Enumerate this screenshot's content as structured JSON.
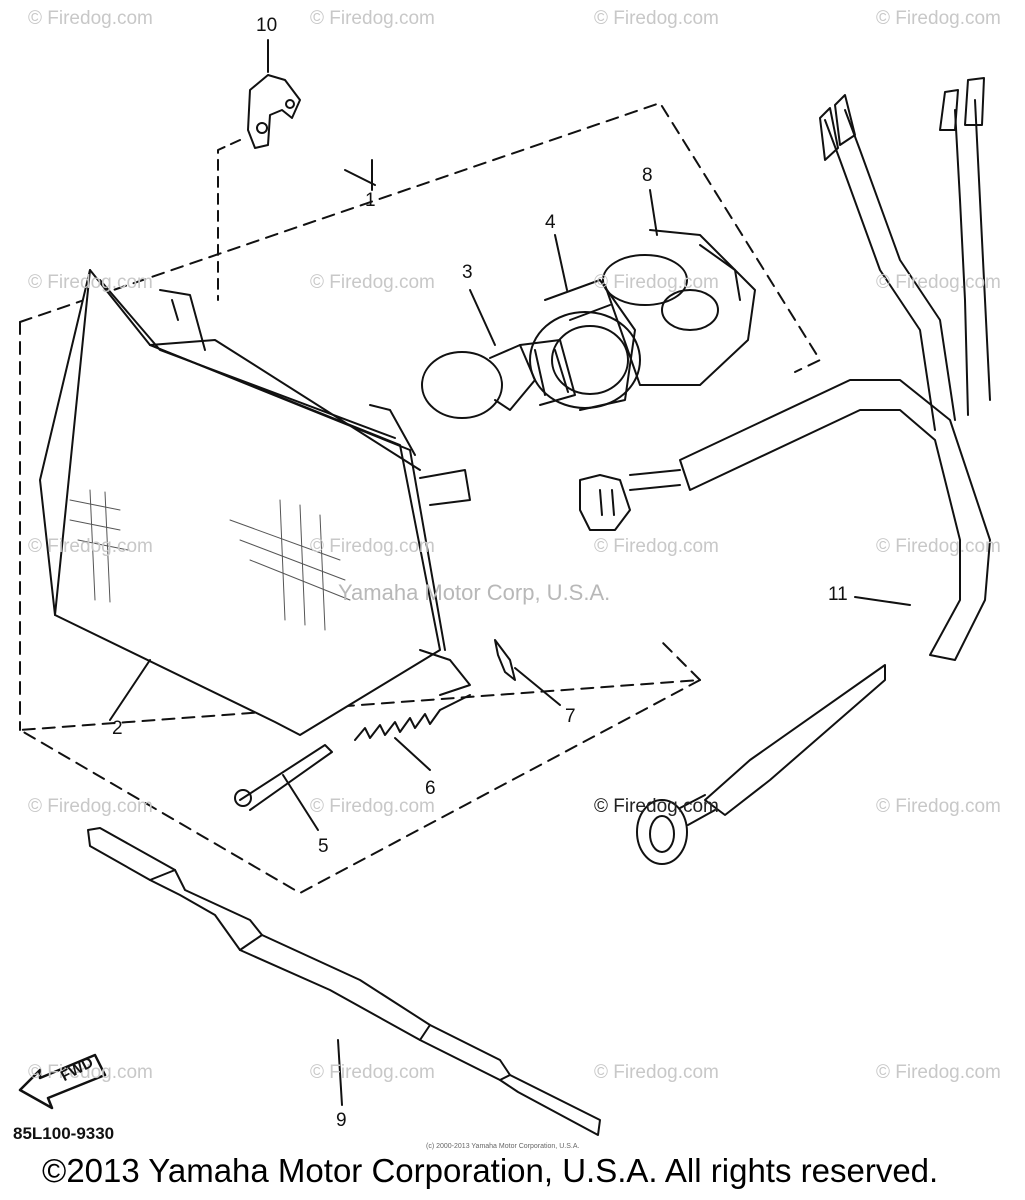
{
  "watermarks": [
    "© Firedog.com",
    "© Firedog.com",
    "© Firedog.com",
    "© Firedog.com",
    "© Firedog.com",
    "© Firedog.com",
    "© Firedog.com",
    "© Firedog.com",
    "© Firedog.com",
    "© Firedog.com",
    "© Firedog.com",
    "© Firedog.com",
    "© Firedog.com",
    "© Firedog.com",
    "© Firedog.com",
    "© Firedog.com",
    "© Firedog.com",
    "© Firedog.com",
    "© Firedog.com",
    "© Firedog.com"
  ],
  "center_watermark": "Yamaha Motor Corp, U.S.A.",
  "callouts": {
    "c1": "1",
    "c2": "2",
    "c3": "3",
    "c4": "4",
    "c5": "5",
    "c6": "6",
    "c7": "7",
    "c8": "8",
    "c9": "9",
    "c10": "10",
    "c11": "11"
  },
  "fwd_label": "FWD",
  "part_code": "85L100-9330",
  "tiny_copyright": "(c) 2000-2013 Yamaha Motor Corporation, U.S.A.",
  "copyright": "©2013 Yamaha Motor Corporation, U.S.A. All rights reserved."
}
